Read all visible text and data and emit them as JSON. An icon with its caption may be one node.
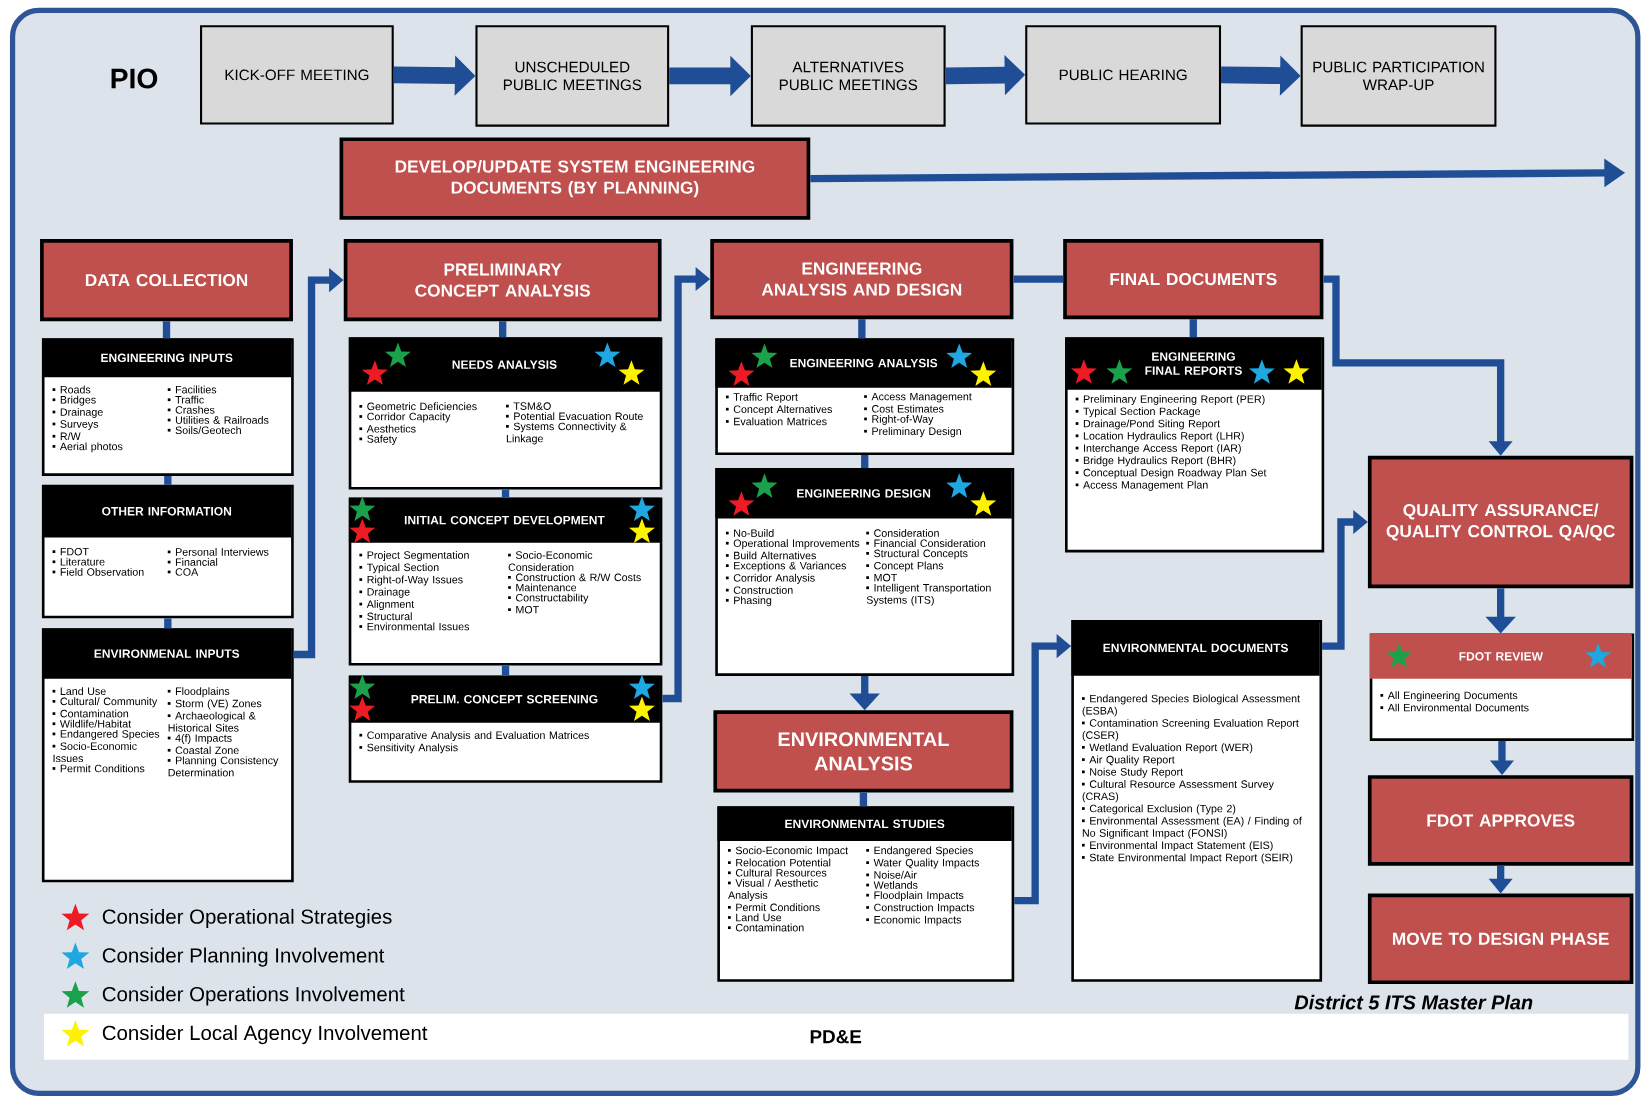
{
  "diagram": {
    "nodes": [
      {
        "text": [
          "KICK-OFF MEETING"
        ]
      },
      {
        "text": [
          "UNSCHEDULED PUBLIC MEETINGS"
        ]
      },
      {
        "text": [
          "ALTERNATIVES PUBLIC MEETINGS"
        ]
      },
      {
        "text": [
          "PUBLIC HEARING"
        ]
      },
      {
        "text": [
          "PUBLIC PARTICIPATION WRAP-UP"
        ]
      },
      {
        "text": [
          "DEVELOP/UPDATE SYSTEM ENGINEERING DOCUMENTS (BY PLANNING)"
        ]
      },
      {
        "text": [
          "DATA COLLECTION"
        ]
      },
      {
        "text": [
          "ENGINEERING INPUTS",
          "Roads",
          "Bridges",
          "Drainage",
          "Surveys",
          "R/W",
          "Aerial photos",
          "Facilities",
          "Traffic",
          "Crashes",
          "Utilities & Railroads",
          "Soils/Geotech"
        ]
      },
      {
        "text": [
          "OTHER INFORMATION",
          "FDOT",
          "Literature",
          "Field Observation",
          "Personal Interviews",
          "Financial",
          "COA"
        ]
      },
      {
        "text": [
          "ENVIRONMENAL INPUTS",
          "Land Use",
          "Cultural/ Community",
          "Contamination",
          "Wildlife/Habitat",
          "Endangered Species",
          "Socio-Economic Issues",
          "Permit Conditions",
          "Floodplains",
          "Storm (VE) Zones",
          "Archaeological & Historical Sites",
          "4(f) Impacts",
          "Coastal Zone",
          "Planning Consistency Determination"
        ]
      },
      {
        "text": [
          "PRELIMINARY CONCEPT ANALYSIS"
        ]
      },
      {
        "text": [
          "NEEDS ANALYSIS",
          "Geometric Deficiencies",
          "Corridor Capacity",
          "Aesthetics",
          "Safety",
          "TSM&O",
          "Potential Evacuation Route",
          "Systems Connectivity & Linkage"
        ]
      },
      {
        "text": [
          "INITIAL CONCEPT DEVELOPMENT",
          "Project Segmentation",
          "Typical Section",
          "Right-of-Way Issues",
          "Drainage",
          "Alignment",
          "Structural",
          "Environmental Issues",
          "Socio-Economic Consideration",
          "Construction & R/W Costs",
          "Maintenance",
          "Constructability",
          "MOT"
        ]
      },
      {
        "text": [
          "PRELIM. CONCEPT SCREENING",
          "Comparative Analysis and Evaluation Matrices",
          "Sensitivity Analysis"
        ]
      },
      {
        "text": [
          "ENGINEERING ANALYSIS AND DESIGN"
        ]
      },
      {
        "text": [
          "ENGINEERING ANALYSIS",
          "Traffic Report",
          "Concept Alternatives",
          "Evaluation Matrices",
          "Access Management",
          "Cost Estimates",
          "Right-of-Way",
          "Preliminary Design"
        ]
      },
      {
        "text": [
          "ENGINEERING DESIGN",
          "No-Build",
          "Operational Improvements",
          "Build Alternatives",
          "Exceptions & Variances",
          "Corridor Analysis",
          "Construction",
          "Phasing",
          "Consideration",
          "Financial Consideration",
          "Structural Concepts",
          "Concept Plans",
          "MOT",
          "Intelligent Transportation Systems (ITS)"
        ]
      },
      {
        "text": [
          "ENVIRONMENTAL ANALYSIS"
        ]
      },
      {
        "text": [
          "ENVIRONMENTAL STUDIES",
          "Socio-Economic Impact",
          "Relocation Potential",
          "Cultural Resources",
          "Visual / Aesthetic Analysis",
          "Permit Conditions",
          "Land Use",
          "Contamination",
          "Endangered Species",
          "Water Quality Impacts",
          "Noise/Air",
          "Wetlands",
          "Floodplain Impacts",
          "Construction Impacts",
          "Economic Impacts"
        ]
      },
      {
        "text": [
          "FINAL DOCUMENTS"
        ]
      },
      {
        "text": [
          "ENGINEERING FINAL REPORTS",
          "Preliminary Engineering Report (PER)",
          "Typical Section Package",
          "Drainage/Pond Siting Report",
          "Location Hydraulics Report (LHR)",
          "Interchange Access Report (IAR)",
          "Bridge Hydraulics Report (BHR)",
          "Conceptual Design Roadway Plan Set",
          "Access Management Plan"
        ]
      },
      {
        "text": [
          "ENVIRONMENTAL DOCUMENTS",
          "Endangered Species Biological Assessment (ESBA)",
          "Contamination Screening Evaluation Report (CSER)",
          "Wetland Evaluation Report (WER)",
          "Air Quality Report",
          "Noise Study Report",
          "Cultural Resource Assessment Survey (CRAS)",
          "Categorical Exclusion (Type 2)",
          "Environmental Assessment (EA) / Finding of No Significant Impact (FONSI)",
          "Environmental Impact Statement (EIS)",
          "State Environmental Impact Report (SEIR)"
        ]
      },
      {
        "text": [
          "QUALITY ASSURANCE/ QUALITY CONTROL QA/QC"
        ]
      },
      {
        "text": [
          "FDOT REVIEW",
          "All Engineering Documents",
          "All Environmental Documents"
        ]
      },
      {
        "text": [
          "FDOT APPROVES"
        ]
      },
      {
        "text": [
          "MOVE TO DESIGN PHASE"
        ]
      }
    ],
    "edges": [
      {
        "from": 0,
        "to": 1,
        "arrow": "to",
        "style": "thick"
      },
      {
        "from": 1,
        "to": 2,
        "arrow": "to",
        "style": "thick"
      },
      {
        "from": 2,
        "to": 3,
        "arrow": "to",
        "style": "thick"
      },
      {
        "from": 3,
        "to": 4,
        "arrow": "to",
        "style": "thick"
      },
      {
        "from": 5,
        "to": null,
        "arrow": "to"
      },
      {
        "from": 6,
        "to": 7,
        "arrow": "none"
      },
      {
        "from": 7,
        "to": 8,
        "arrow": "none"
      },
      {
        "from": 8,
        "to": 9,
        "arrow": "none"
      },
      {
        "from": 9,
        "to": 10,
        "arrow": "to"
      },
      {
        "from": 10,
        "to": 11,
        "arrow": "none"
      },
      {
        "from": 11,
        "to": 12,
        "arrow": "none"
      },
      {
        "from": 12,
        "to": 13,
        "arrow": "none"
      },
      {
        "from": 13,
        "to": 14,
        "arrow": "to"
      },
      {
        "from": 14,
        "to": 15,
        "arrow": "none"
      },
      {
        "from": 15,
        "to": 16,
        "arrow": "none"
      },
      {
        "from": 16,
        "to": 17,
        "arrow": "to"
      },
      {
        "from": 17,
        "to": 18,
        "arrow": "none"
      },
      {
        "from": 18,
        "to": 21,
        "arrow": "to"
      },
      {
        "from": 14,
        "to": 19,
        "arrow": "none"
      },
      {
        "from": 19,
        "to": 20,
        "arrow": "none"
      },
      {
        "from": 19,
        "to": 22,
        "arrow": "to"
      },
      {
        "from": 21,
        "to": 22,
        "arrow": "to"
      },
      {
        "from": 22,
        "to": 23,
        "arrow": "to"
      },
      {
        "from": 23,
        "to": 24,
        "arrow": "to"
      },
      {
        "from": 24,
        "to": 25,
        "arrow": "to"
      }
    ],
    "labels": [
      "PIO",
      "District 5 ITS Master Plan",
      "PD&E"
    ],
    "legend": [
      {
        "text": "Consider Operational Strategies",
        "color": "#ed1c24"
      },
      {
        "text": "Consider Planning Involvement",
        "color": "#1ea7e1"
      },
      {
        "text": "Consider Operations Involvement",
        "color": "#1ba14b"
      },
      {
        "text": "Consider Local Agency Involvement",
        "color": "#fff200"
      }
    ]
  }
}
